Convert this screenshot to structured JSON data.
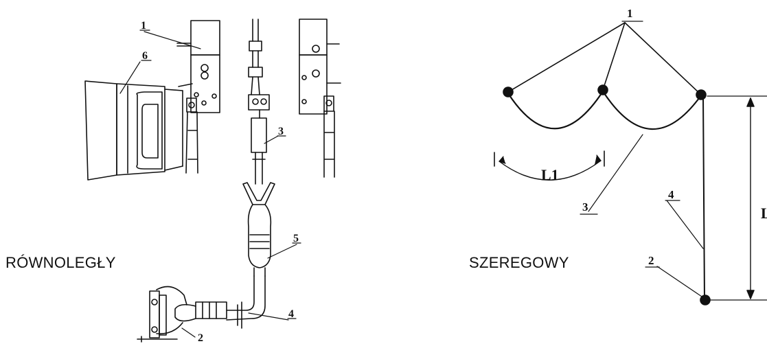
{
  "parallel": {
    "title": "RÓWNOLEGŁY",
    "callouts": [
      "1",
      "6",
      "3",
      "5",
      "4",
      "2"
    ]
  },
  "series": {
    "title": "SZEREGOWY",
    "callouts": [
      "1",
      "3",
      "4",
      "2"
    ],
    "dim_L1": "L1",
    "dim_L": "L"
  },
  "colors": {
    "ink": "#111111",
    "background": "#ffffff"
  }
}
